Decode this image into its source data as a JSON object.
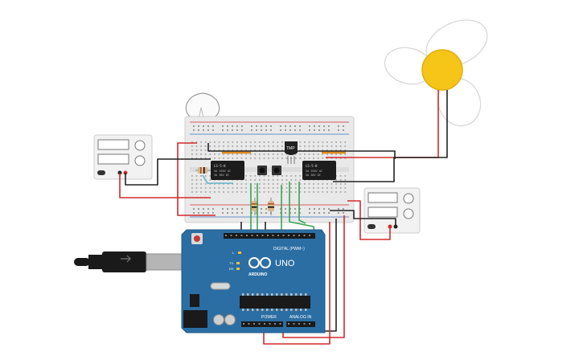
{
  "arduino": {
    "brand": "ARDUINO",
    "model": "UNO",
    "digital_label": "DIGITAL (PWM~)",
    "power_label": "POWER",
    "analog_label": "ANALOG IN",
    "led_l": "L",
    "led_tx": "TX",
    "led_rx": "RX"
  },
  "components": {
    "thermistor_label": "TMP",
    "relay_left_text": [
      "LS-5-H",
      "5A 250V AC",
      "5A 30V DC"
    ],
    "relay_right_text": [
      "LS-5-H",
      "5A 250V AC",
      "5A 30V DC"
    ]
  },
  "colors": {
    "board_blue": "#2b6ea3",
    "wire_red": "#d42a2a",
    "wire_black": "#222222",
    "wire_green": "#3aa655",
    "wire_teal": "#62b4c9",
    "bulb_yellow": "#f5c518",
    "breadboard": "#e9e9e9"
  }
}
